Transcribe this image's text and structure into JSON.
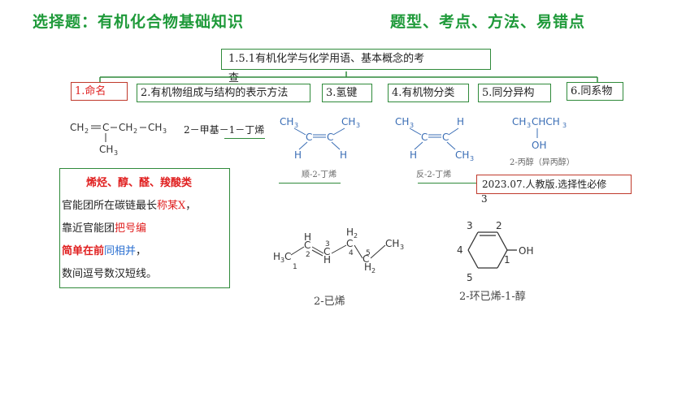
{
  "header": {
    "left": "选择题：有机化合物基础知识",
    "right": "题型、考点、方法、易错点"
  },
  "topic": {
    "line1": "1.5.1有机化学与化学用语、基本概念的考",
    "line2": "查"
  },
  "tabs": [
    {
      "label": "1.命名",
      "color": "#e02020"
    },
    {
      "label": "2.有机物组成与结构的表示方法"
    },
    {
      "label": "3.氢键"
    },
    {
      "label": "4.有机物分类"
    },
    {
      "label": "5.同分异构"
    },
    {
      "label": "6.同系物"
    }
  ],
  "examples": {
    "methylbutene_name": "2－甲基－1－丁烯",
    "cis_caption": "顺-2-丁烯",
    "trans_caption": "反-2-丁烯",
    "propanol_caption": "2-丙醇（异丙醇）",
    "hexene_caption": "2-已烯",
    "cyclohexenol_caption": "2-环已烯-1-醇"
  },
  "rule_box": {
    "title": "烯烃、醇、醛、羧酸类",
    "line1_a": "官能团所在碳链最长",
    "line1_b": "称某X",
    "line1_c": "，",
    "line2_a": "靠近官能团",
    "line2_b": "把号编",
    "line3_a": "简单在前",
    "line3_b": "同相并",
    "line3_c": "，",
    "line4": "数间逗号数汉短线。"
  },
  "source_tag": {
    "line1": "2023.07.人教版.选择性必修",
    "line2": "3"
  },
  "colors": {
    "green": "#1f9a3a",
    "red": "#e02020",
    "blue": "#2a6fd1",
    "border": "#2f8a3a"
  }
}
